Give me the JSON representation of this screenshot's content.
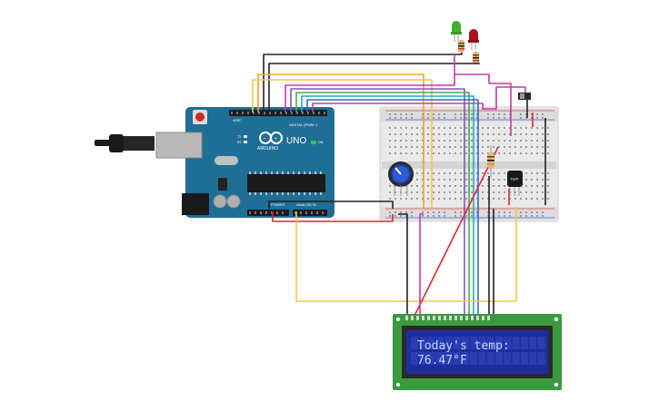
{
  "arduino": {
    "brand": "UNO",
    "logo_text": "ARDUINO",
    "digital_label": "DIGITAL (PWM~)",
    "power_label": "POWER",
    "analog_label": "ANALOG IN",
    "tx_label": "TX",
    "rx_label": "RX",
    "on_label": "ON",
    "aref_label": "AREF"
  },
  "sensor": {
    "label": "TMP"
  },
  "lcd": {
    "line1": "Today's temp:",
    "line2": "76.47°F"
  },
  "colors": {
    "board": "#1f6e96",
    "breadboard": "#e9e9e9",
    "lcd_pcb": "#3a9a3e",
    "lcd_screen": "#1d2e9c",
    "lcd_text": "#c8d6ff",
    "wire_black": "#222222",
    "wire_red": "#e0282c",
    "wire_yellow": "#f0c94a",
    "wire_orange": "#f0a030",
    "wire_magenta": "#c23ba6",
    "wire_purple": "#8a4fc7",
    "wire_green": "#3fb04a",
    "wire_cyan": "#28a7c4",
    "wire_blue": "#2a6fd1",
    "led_green": "#43b02a",
    "led_red": "#a8141a"
  }
}
